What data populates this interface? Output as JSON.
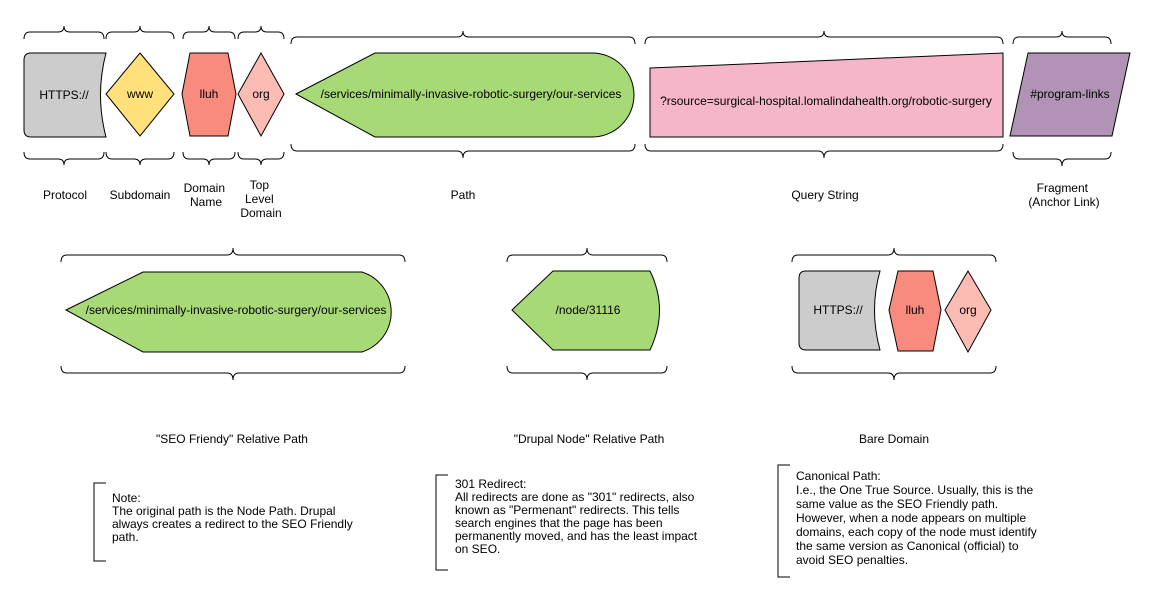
{
  "colors": {
    "protocol": "#cccccc",
    "subdomain": "#ffe07a",
    "domain_name": "#f98b7e",
    "tld": "#fbbcb4",
    "path": "#a8d977",
    "query": "#f4b6c8",
    "fragment": "#b093b5"
  },
  "url_parts": {
    "protocol": {
      "text": "HTTPS://",
      "label": [
        "Protocol"
      ]
    },
    "subdomain": {
      "text": "www",
      "label": [
        "Subdomain"
      ]
    },
    "domain_name": {
      "text": "lluh",
      "label": [
        "Domain",
        "Name"
      ]
    },
    "tld": {
      "text": "org",
      "label": [
        "Top",
        "Level",
        "Domain"
      ]
    },
    "path": {
      "text": "/services/minimally-invasive-robotic-surgery/our-services",
      "label": [
        "Path"
      ]
    },
    "query": {
      "text": "?rsource=surgical-hospital.lomalindahealth.org/robotic-surgery",
      "label": [
        "Query String"
      ]
    },
    "fragment": {
      "text": "#program-links",
      "label": [
        "Fragment",
        "(Anchor Link)"
      ]
    }
  },
  "groups": {
    "seo_path": {
      "text": "/services/minimally-invasive-robotic-surgery/our-services",
      "label": "\"SEO Friendy\" Relative Path"
    },
    "drupal_node": {
      "text": "/node/31116",
      "label": "\"Drupal Node\" Relative Path"
    },
    "bare_domain": {
      "protocol": "HTTPS://",
      "domain_name": "lluh",
      "tld": "org",
      "label": "Bare Domain"
    }
  },
  "notes": {
    "note": [
      "Note:",
      "The original path is the Node Path. Drupal",
      "always creates a redirect to the SEO Friendly",
      "path."
    ],
    "redirect": [
      "301 Redirect:",
      "All redirects are done as \"301\" redirects, also",
      "known as \"Permenant\" redirects. This tells",
      "search engines that the page has been",
      "permanently moved, and has the least impact",
      "on SEO."
    ],
    "canonical": [
      "Canonical Path:",
      "I.e., the One True Source. Usually, this is the",
      "same value as the SEO Friendly path.",
      "However, when a node appears on multiple",
      "domains, each copy of the node must identify",
      "the same version as Canonical (official) to",
      "avoid SEO penalties."
    ]
  }
}
